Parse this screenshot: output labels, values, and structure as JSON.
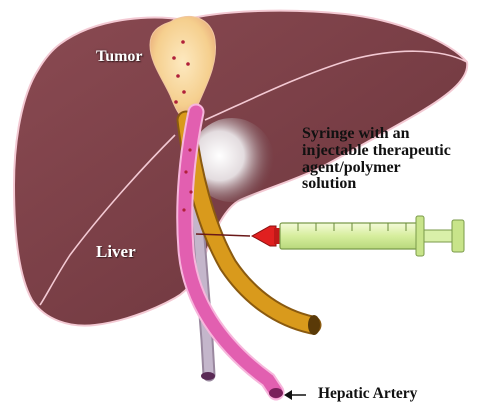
{
  "labels": {
    "tumor": "Tumor",
    "liver": "Liver",
    "syringe": [
      "Syringe with an",
      "injectable therapeutic",
      "agent/polymer",
      "solution"
    ],
    "hepatic_artery": "Hepatic Artery"
  },
  "colors": {
    "liver": "#7a3f46",
    "liver_dark": "#5a2a31",
    "liver_outline": "#f3c9d3",
    "tumor": "#f7d79a",
    "tumor_dots": "#b0203a",
    "artery": "#e25fb0",
    "artery_outline": "#f7b6dc",
    "bile_duct": "#d28d12",
    "portal_vein": "#b9aac1",
    "syringe_barrel": "#d9f0a9",
    "syringe_needle_tip": "#e02020",
    "gallbladder_glow": "#ffffff"
  },
  "icons": {
    "pointer_arrow": "arrow-left-icon"
  }
}
